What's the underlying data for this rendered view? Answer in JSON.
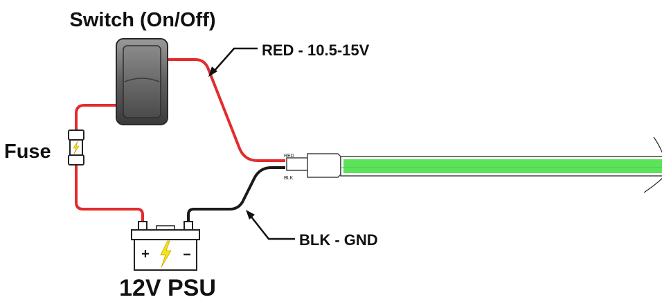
{
  "labels": {
    "switch": "Switch (On/Off)",
    "red_wire": "RED - 10.5-15V",
    "fuse": "Fuse",
    "blk_wire": "BLK - GND",
    "psu": "12V PSU",
    "connector_red": "RED",
    "connector_blk": "BLK",
    "battery_plus": "+",
    "battery_minus": "–"
  },
  "colors": {
    "red_wire": "#e32b2e",
    "black_wire": "#1a1a1a",
    "led_strip": "#5de35a",
    "bolt": "#f7e21a"
  }
}
